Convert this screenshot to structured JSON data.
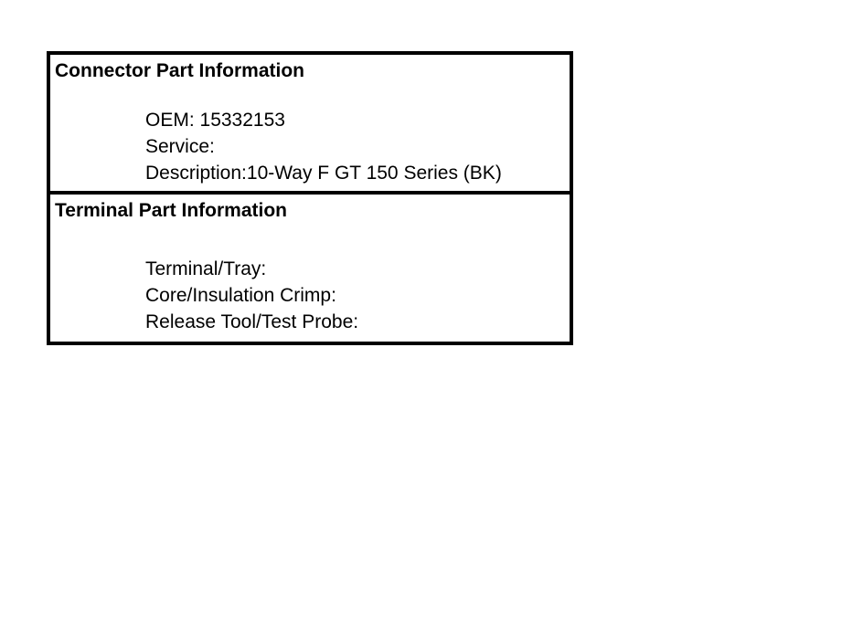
{
  "document": {
    "background_color": "#ffffff",
    "text_color": "#000000",
    "border_color": "#000000"
  },
  "panels": [
    {
      "id": "connector-part-information",
      "heading": "Connector Part Information",
      "fields": [
        {
          "label": "OEM:",
          "value": "15332153",
          "separator": " "
        },
        {
          "label": "Service:",
          "value": "",
          "separator": ""
        },
        {
          "label": "Description:",
          "value": "10-Way F GT 150 Series (BK)",
          "separator": ""
        }
      ]
    },
    {
      "id": "terminal-part-information",
      "heading": "Terminal Part Information",
      "fields": [
        {
          "label": "Terminal/Tray:",
          "value": "",
          "separator": ""
        },
        {
          "label": "Core/Insulation Crimp:",
          "value": "",
          "separator": ""
        },
        {
          "label": "Release Tool/Test Probe:",
          "value": "",
          "separator": ""
        }
      ]
    }
  ]
}
